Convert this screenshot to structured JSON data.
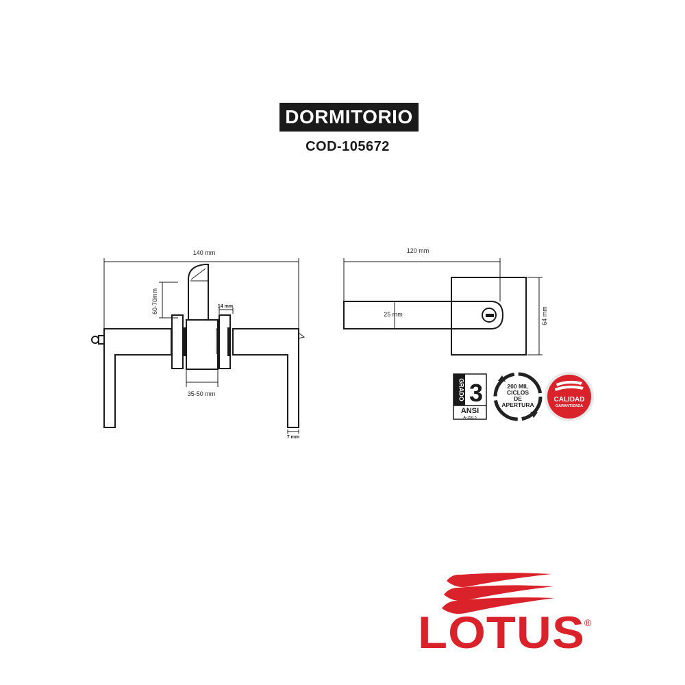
{
  "header": {
    "title": "DORMITORIO",
    "code": "COD-105672"
  },
  "diagram": {
    "front_view": {
      "width_label": "140 mm",
      "throw_label": "60-70mm",
      "rose_label": "14 mm",
      "door_label": "35-50 mm",
      "lever_label": "7 mm"
    },
    "side_view": {
      "length_label": "120 mm",
      "lever_height_label": "25 mm",
      "rose_height_label": "64  mm"
    }
  },
  "badges": {
    "grade": {
      "vertical_text": "GRADO",
      "number": "3",
      "standard": "ANSI",
      "standard_code": "A-156.5"
    },
    "cycles": {
      "line1": "200 MIL",
      "line2": "CICLOS",
      "line3": "DE",
      "line4": "APERTURA"
    },
    "quality": {
      "line1": "CALIDAD",
      "line2": "GARANTIZADA",
      "color": "#d9222a"
    }
  },
  "brand": {
    "name": "LOTUS",
    "registered": "®",
    "color": "#d9222a"
  }
}
